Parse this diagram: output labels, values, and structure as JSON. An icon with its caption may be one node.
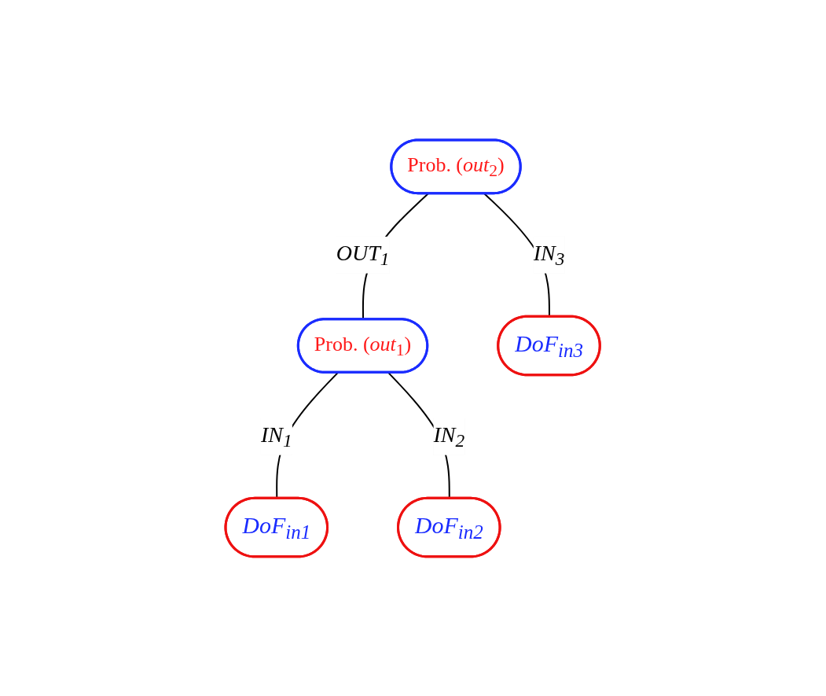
{
  "diagram": {
    "nodes": [
      {
        "text": [
          "Prob. (*out*$_{2}$)"
        ]
      },
      {
        "text": [
          "Prob. (*out*$_{1}$)"
        ]
      },
      {
        "text": [
          "DoF$_{in3}$"
        ]
      },
      {
        "text": [
          "DoF$_{in1}$"
        ]
      },
      {
        "text": [
          "DoF$_{in2}$"
        ]
      }
    ],
    "edges": [
      {
        "from": 0,
        "to": 1,
        "arrow": "none",
        "label": "OUT$_{1}$"
      },
      {
        "from": 0,
        "to": 2,
        "arrow": "none",
        "label": "IN$_{3}$"
      },
      {
        "from": 1,
        "to": 3,
        "arrow": "none",
        "label": "IN$_{1}$"
      },
      {
        "from": 1,
        "to": 4,
        "arrow": "none",
        "label": "IN$_{2}$"
      }
    ]
  }
}
